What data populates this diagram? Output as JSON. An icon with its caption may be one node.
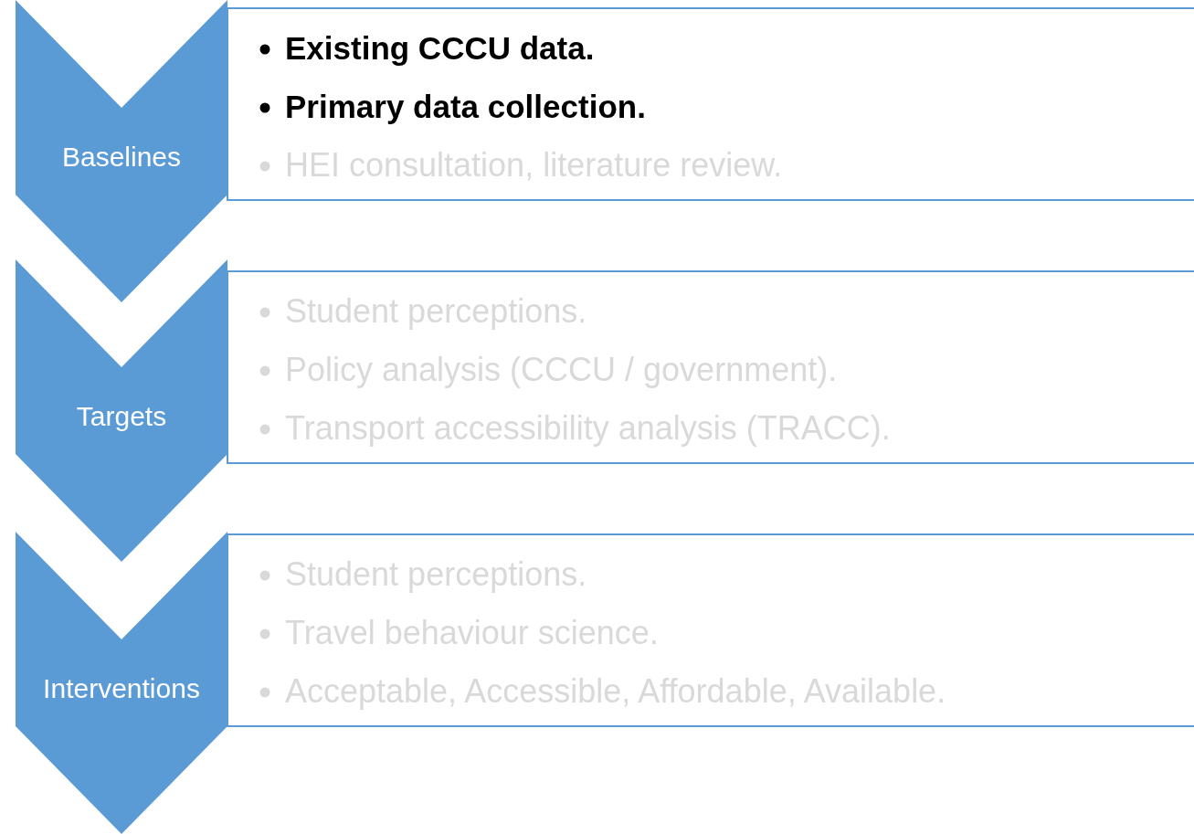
{
  "diagram": {
    "nodes": [
      {
        "text": [
          "Baselines"
        ]
      },
      {
        "text": [
          "Existing CCCU data.",
          "Primary data collection.",
          "HEI consultation, literature review."
        ]
      },
      {
        "text": [
          "Targets"
        ]
      },
      {
        "text": [
          "Student perceptions.",
          "Policy analysis (CCCU / government).",
          "Transport accessibility analysis (TRACC)."
        ]
      },
      {
        "text": [
          "Interventions"
        ]
      },
      {
        "text": [
          "Student perceptions.",
          "Travel behaviour science.",
          "Acceptable, Accessible, Affordable, Available."
        ]
      }
    ]
  }
}
